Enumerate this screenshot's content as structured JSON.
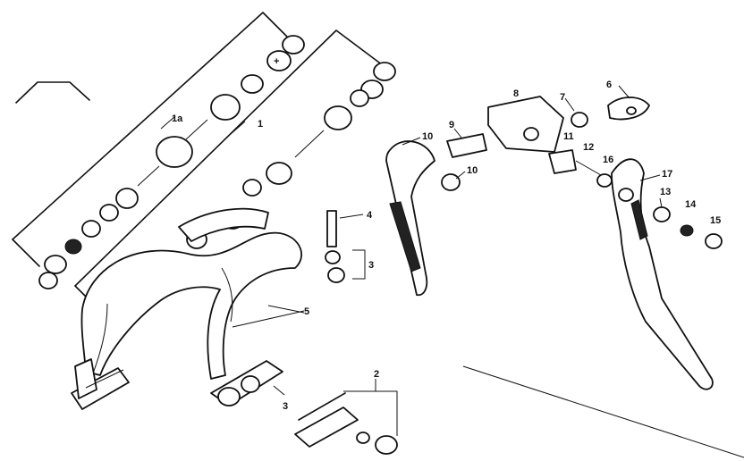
{
  "callouts": {
    "p1a": "1a",
    "p1": "1",
    "p2": "2",
    "p3a": "3",
    "p3b": "3",
    "p4": "4",
    "p5": "5",
    "p6": "6",
    "p7": "7",
    "p8": "8",
    "p9": "9",
    "p10a": "10",
    "p10b": "10",
    "p11": "11",
    "p12": "12",
    "p13": "13",
    "p14": "14",
    "p15": "15",
    "p16": "16",
    "p17": "17"
  }
}
